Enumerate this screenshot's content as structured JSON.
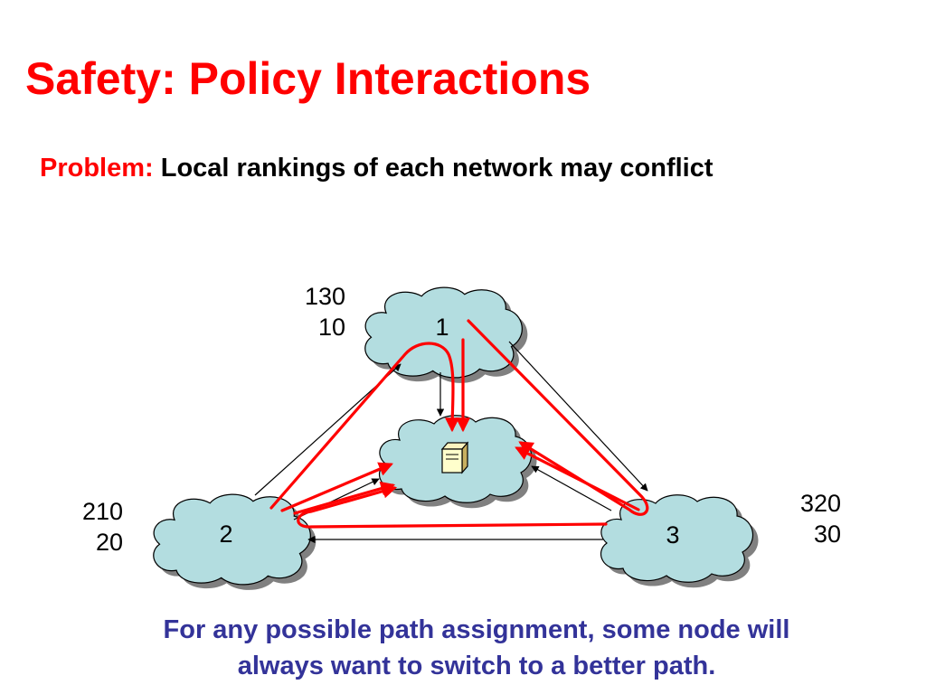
{
  "title": "Safety: Policy Interactions",
  "problem": {
    "label": "Problem:",
    "text": " Local rankings of each network may conflict"
  },
  "nodes": [
    {
      "id": "1",
      "label": "1",
      "rankings": [
        "130",
        "10"
      ]
    },
    {
      "id": "2",
      "label": "2",
      "rankings": [
        "210",
        "20"
      ]
    },
    {
      "id": "3",
      "label": "3",
      "rankings": [
        "320",
        "30"
      ]
    }
  ],
  "destination_icon": "server-icon",
  "footer": {
    "line1": "For any possible path assignment, some node will",
    "line2": "always want to switch to a better path."
  },
  "colors": {
    "title": "#ff0000",
    "cloud_fill": "#b3dde0",
    "cloud_shadow": "#808080",
    "path": "#ff0000",
    "footer": "#333399"
  }
}
